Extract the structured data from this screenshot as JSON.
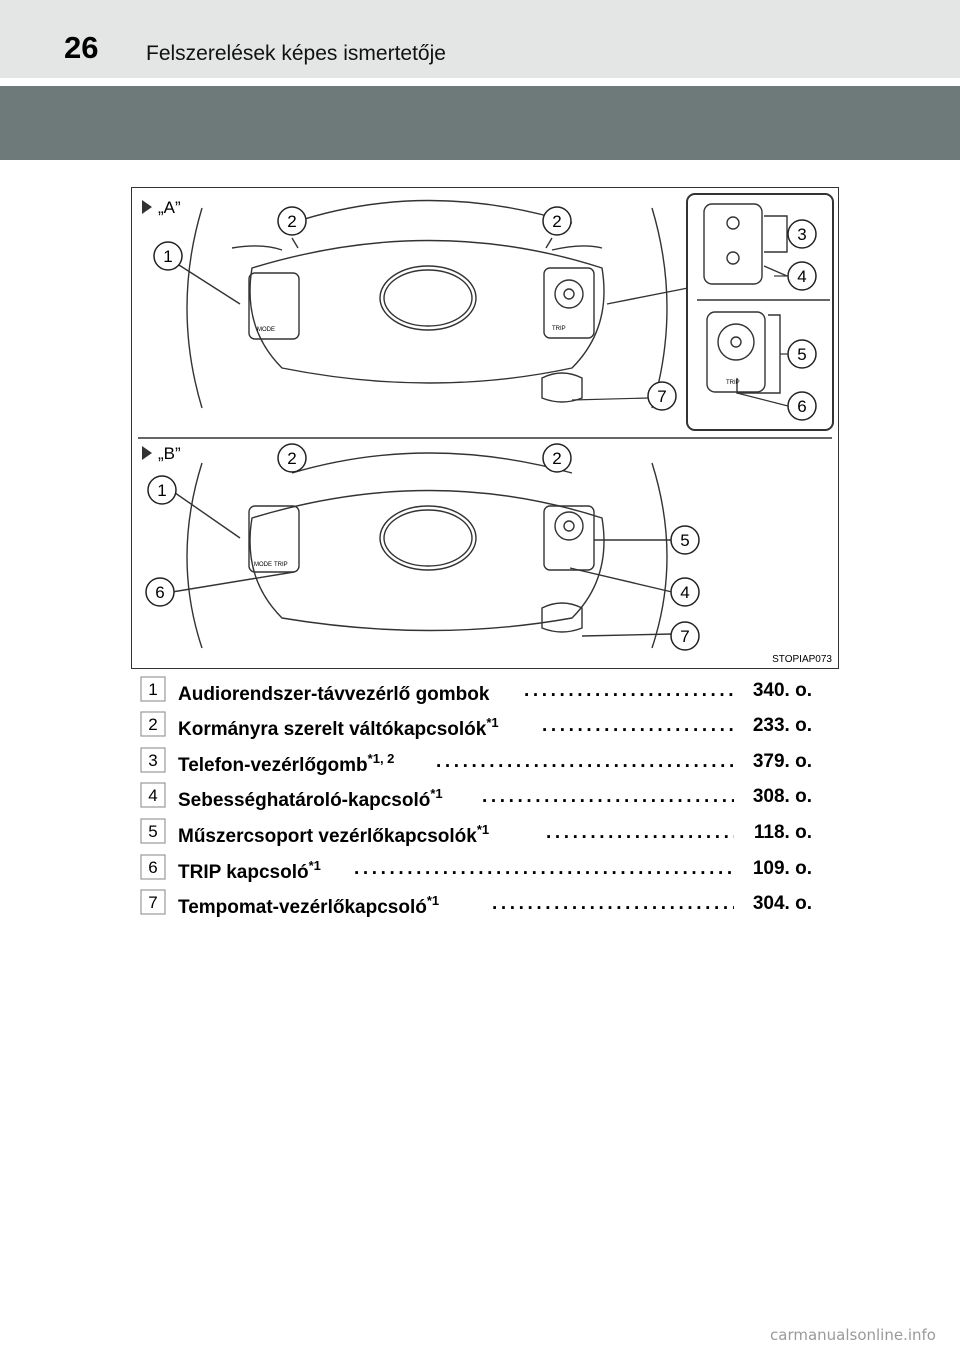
{
  "header": {
    "page_number": "26",
    "title": "Felszerelések képes ismertetője"
  },
  "figure": {
    "section_a": "„A”",
    "section_b": "„B”",
    "code": "STOPIAP073",
    "wheel_text": {
      "mode": "MODE",
      "trip": "TRIP"
    },
    "callouts_a": [
      "1",
      "2",
      "2",
      "3",
      "4",
      "5",
      "6",
      "7"
    ],
    "callouts_b": [
      "1",
      "2",
      "2",
      "5",
      "6",
      "4",
      "7"
    ]
  },
  "items": [
    {
      "num": "1",
      "label": "Audiorendszer-távvezérlő gombok",
      "sup": "",
      "page": "340. o."
    },
    {
      "num": "2",
      "label": "Kormányra szerelt váltókapcsolók",
      "sup": "*1",
      "page": "233. o."
    },
    {
      "num": "3",
      "label": "Telefon-vezérlőgomb",
      "sup": "*1, 2",
      "page": "379. o."
    },
    {
      "num": "4",
      "label": "Sebességhatároló-kapcsoló",
      "sup": "*1",
      "page": "308. o."
    },
    {
      "num": "5",
      "label": "Műszercsoport vezérlőkapcsolók",
      "sup": "*1",
      "page": "118. o."
    },
    {
      "num": "6",
      "label": "TRIP kapcsoló",
      "sup": "*1",
      "page": "109. o."
    },
    {
      "num": "7",
      "label": "Tempomat-vezérlőkapcsoló",
      "sup": "*1",
      "page": "304. o."
    }
  ],
  "footer": {
    "brand": "carmanualsonline.info"
  }
}
